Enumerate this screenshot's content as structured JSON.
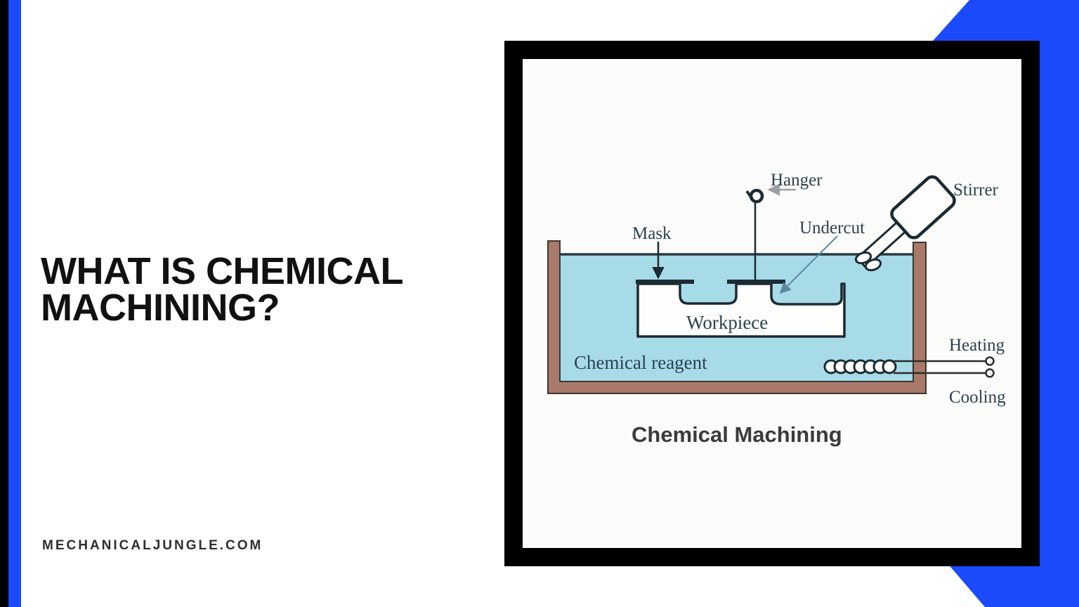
{
  "card": {
    "title": "WHAT IS CHEMICAL MACHINING?",
    "website": "MECHANICALJUNGLE.COM"
  },
  "diagram": {
    "caption": "Chemical Machining",
    "labels": {
      "hanger": "Hanger",
      "mask": "Mask",
      "undercut": "Undercut",
      "stirrer": "Stirrer",
      "workpiece": "Workpiece",
      "chemical_reagent": "Chemical reagent",
      "heating": "Heating",
      "cooling": "Cooling"
    }
  },
  "colors": {
    "accent_blue": "#1b4afb",
    "frame_black": "#000000",
    "liquid_blue": "#a7dbe8",
    "tank_brown": "#a97a6a",
    "outline_dark": "#1b2b33",
    "title_black": "#111111",
    "footer_gray": "#2e2e2e"
  }
}
